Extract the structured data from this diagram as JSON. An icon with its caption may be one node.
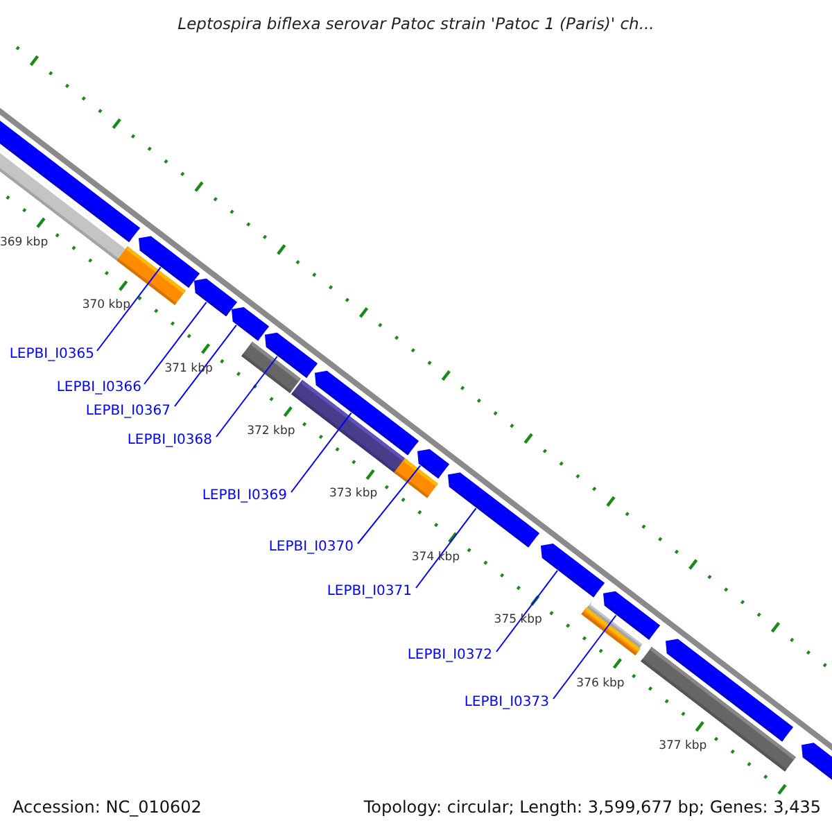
{
  "diagram": {
    "title": "Leptospira biflexa serovar Patoc strain 'Patoc 1 (Paris)' ch...",
    "nodes": [
      {
        "text": [
          "LEPBI_I0365"
        ]
      },
      {
        "text": [
          "LEPBI_I0366"
        ]
      },
      {
        "text": [
          "LEPBI_I0367"
        ]
      },
      {
        "text": [
          "LEPBI_I0368"
        ]
      },
      {
        "text": [
          "LEPBI_I0369"
        ]
      },
      {
        "text": [
          "LEPBI_I0370"
        ]
      },
      {
        "text": [
          "LEPBI_I0371"
        ]
      },
      {
        "text": [
          "LEPBI_I0372"
        ]
      },
      {
        "text": [
          "LEPBI_I0373"
        ]
      },
      {
        "text": [],
        "shape": "arrow"
      },
      {
        "text": [],
        "shape": "arrow"
      },
      {
        "text": [],
        "shape": "arrow"
      },
      {
        "text": [],
        "shape": "arrow"
      },
      {
        "text": [],
        "shape": "arrow"
      },
      {
        "text": [],
        "shape": "arrow"
      },
      {
        "text": [],
        "shape": "arrow"
      },
      {
        "text": [],
        "shape": "arrow"
      },
      {
        "text": [],
        "shape": "arrow"
      },
      {
        "text": [],
        "shape": "arrow"
      },
      {
        "text": [],
        "shape": "arrow"
      },
      {
        "text": [],
        "shape": "arrow"
      },
      {
        "text": [],
        "shape": "bar"
      },
      {
        "text": [],
        "shape": "bar"
      },
      {
        "text": [],
        "shape": "bar"
      },
      {
        "text": [],
        "shape": "bar"
      },
      {
        "text": [],
        "shape": "bar"
      },
      {
        "text": [],
        "shape": "bar"
      },
      {
        "text": [],
        "shape": "bar"
      },
      {
        "text": [],
        "shape": "bar"
      }
    ],
    "edges": [
      {
        "from": 0,
        "to": 9,
        "arrow": "none"
      },
      {
        "from": 1,
        "to": 10,
        "arrow": "none"
      },
      {
        "from": 2,
        "to": 11,
        "arrow": "none"
      },
      {
        "from": 3,
        "to": 12,
        "arrow": "none"
      },
      {
        "from": 4,
        "to": 13,
        "arrow": "none"
      },
      {
        "from": 5,
        "to": 14,
        "arrow": "none"
      },
      {
        "from": 6,
        "to": 15,
        "arrow": "none"
      },
      {
        "from": 7,
        "to": 16,
        "arrow": "none"
      },
      {
        "from": 8,
        "to": 17,
        "arrow": "none"
      }
    ],
    "labels": [
      "369 kbp",
      "370 kbp",
      "371 kbp",
      "372 kbp",
      "373 kbp",
      "374 kbp",
      "375 kbp",
      "376 kbp",
      "377 kbp",
      "Accession: NC_010602",
      "Topology: circular; Length: 3,599,677 bp; Genes: 3,435"
    ]
  }
}
